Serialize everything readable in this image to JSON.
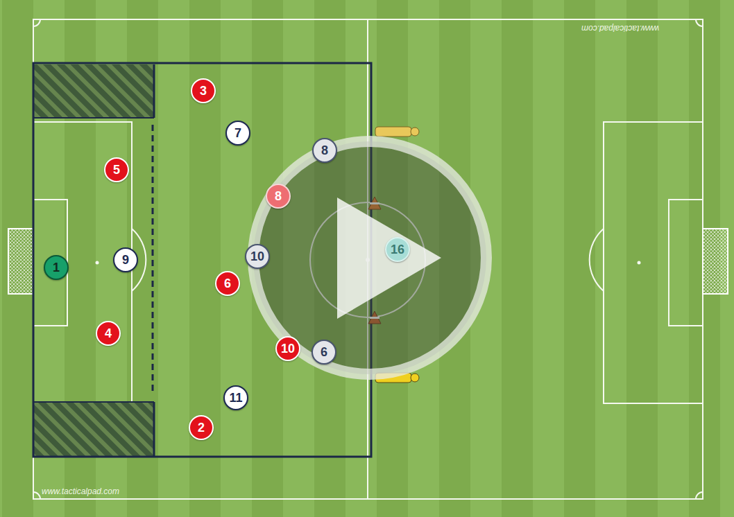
{
  "diagram": {
    "nodes": [
      {
        "text": [
          "3"
        ]
      },
      {
        "text": [
          "7"
        ]
      },
      {
        "text": [
          "8"
        ]
      },
      {
        "text": [
          "5"
        ]
      },
      {
        "text": [
          "8"
        ]
      },
      {
        "text": [
          "9"
        ]
      },
      {
        "text": [
          "1"
        ]
      },
      {
        "text": [
          "10"
        ]
      },
      {
        "text": [
          "16"
        ]
      },
      {
        "text": [
          "6"
        ]
      },
      {
        "text": [
          "4"
        ]
      },
      {
        "text": [
          "10"
        ]
      },
      {
        "text": [
          "6"
        ]
      },
      {
        "text": [
          "11"
        ]
      },
      {
        "text": [
          "2"
        ]
      }
    ],
    "labels": [
      "www.tacticalpad.com",
      "www.tacticalpad.com"
    ]
  }
}
